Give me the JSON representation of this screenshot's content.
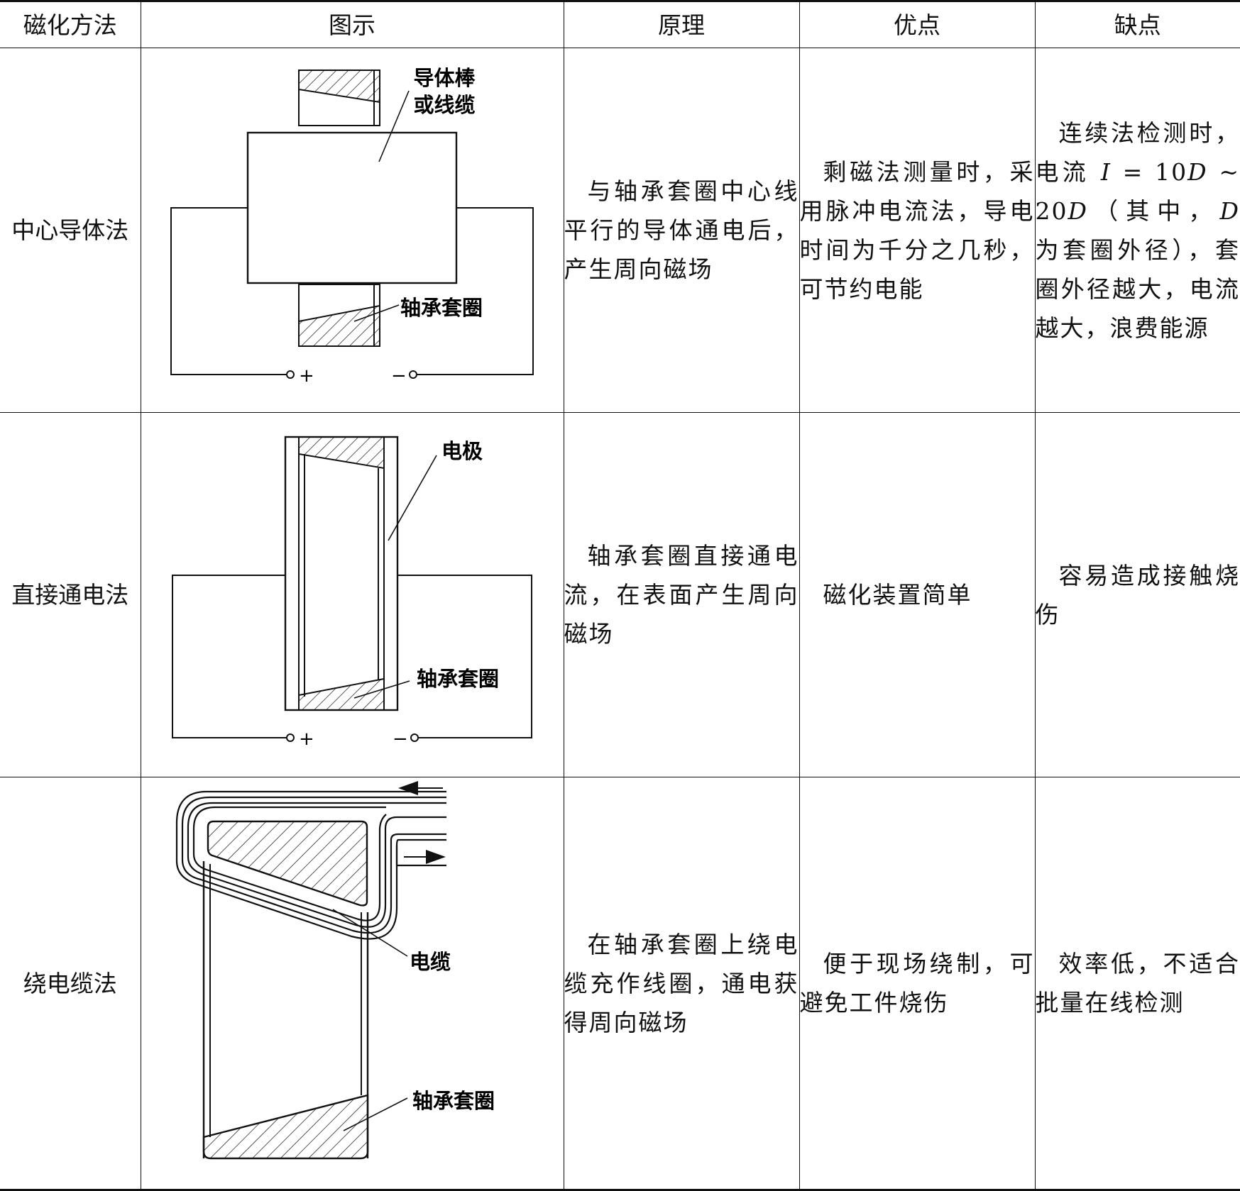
{
  "headers": {
    "method": "磁化方法",
    "diagram": "图示",
    "principle": "原理",
    "advantage": "优点",
    "disadvantage": "缺点"
  },
  "rows": [
    {
      "method": "中心导体法",
      "diagram_labels": {
        "conductor": "导体棒",
        "conductor2": "或线缆",
        "ring": "轴承套圈",
        "plus": "+",
        "minus": "−"
      },
      "principle": "与轴承套圈中心线平行的导体通电后，产生周向磁场",
      "advantage": "剩磁法测量时，采用脉冲电流法，导电时间为千分之几秒，可节约电能",
      "disadvantage": {
        "part1": "连续法检测时，电流 ",
        "formula_i": "I",
        "formula_mid": " = 10",
        "formula_d1": "D",
        "formula_tilde": " ~ 20",
        "formula_d2": "D",
        "part2": "（其中，",
        "formula_d3": "D",
        "part3": " 为套圈外径），套圈外径越大，电流越大，浪费能源"
      }
    },
    {
      "method": "直接通电法",
      "diagram_labels": {
        "electrode": "电极",
        "ring": "轴承套圈",
        "plus": "+",
        "minus": "−"
      },
      "principle": "轴承套圈直接通电流，在表面产生周向磁场",
      "advantage": "磁化装置简单",
      "disadvantage": "容易造成接触烧伤"
    },
    {
      "method": "绕电缆法",
      "diagram_labels": {
        "cable": "电缆",
        "ring": "轴承套圈"
      },
      "principle": "在轴承套圈上绕电缆充作线圈，通电获得周向磁场",
      "advantage": "便于现场绕制，可避免工件烧伤",
      "disadvantage": "效率低，不适合批量在线检测"
    }
  ]
}
